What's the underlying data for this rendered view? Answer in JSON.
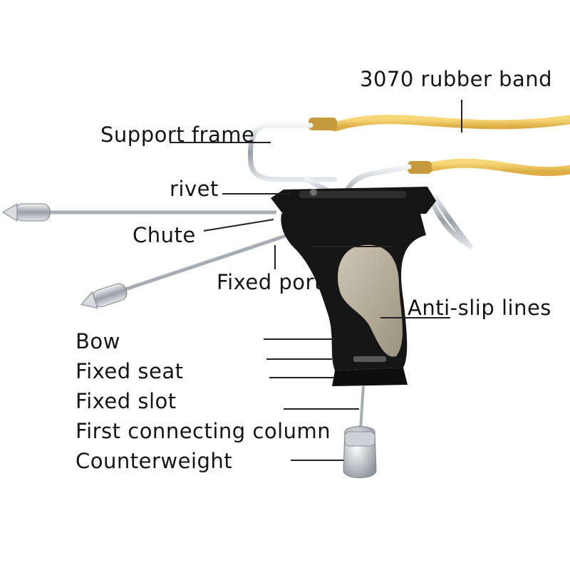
{
  "labels": {
    "rubber_band": "3070 rubber band",
    "support_frame": "Support frame",
    "rivet": "rivet",
    "chute": "Chute",
    "fixed_port": "Fixed port",
    "anti_slip": "Anti-slip lines",
    "bow": "Bow",
    "fixed_seat": "Fixed seat",
    "fixed_slot": "Fixed slot",
    "first_column": "First connecting column",
    "counterweight": "Counterweight"
  },
  "colors": {
    "rubber_band": "#f0c75c",
    "band_tip": "#c8a04a",
    "steel": "#b9bcc2",
    "grip_body": "#1a1a1a",
    "grip_insert": "#b3aa95",
    "leader_line": "#222222"
  }
}
